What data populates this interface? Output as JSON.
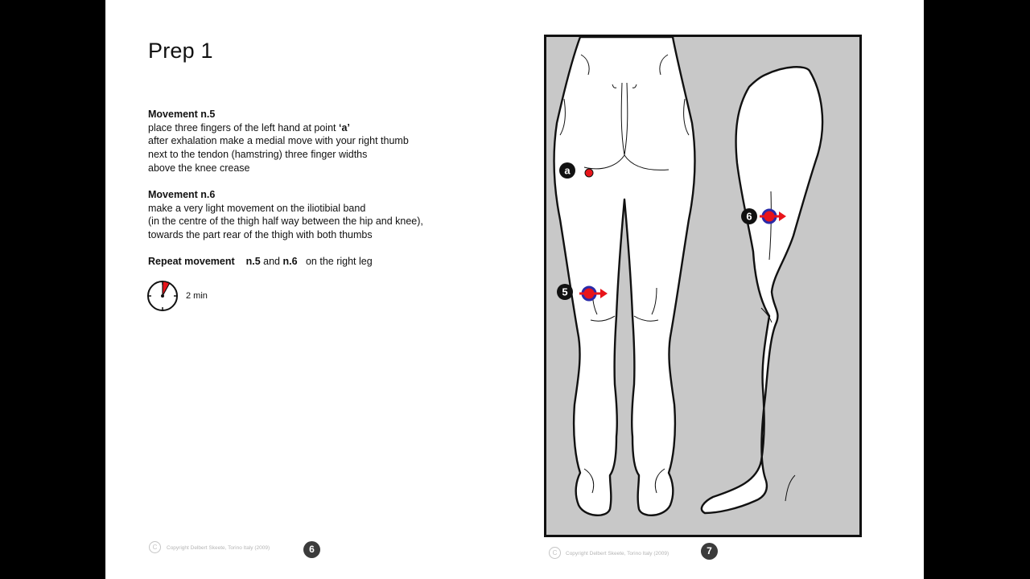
{
  "title": "Prep  1",
  "movement5": {
    "heading": "Movement  n.5",
    "line1_prefix": "place three fingers of the left hand at point ",
    "line1_point": "‘a’",
    "line2": "after exhalation make a medial move with your right thumb",
    "line3": "next to the tendon (hamstring) three finger widths",
    "line4": "above the knee crease"
  },
  "movement6": {
    "heading": "Movement  n.6",
    "line1": "make a very light movement on the iliotibial band",
    "line2": "(in the centre of the thigh half way between the hip and knee),",
    "line3": "towards the part rear of the thigh with both thumbs"
  },
  "repeat": {
    "prefix": "Repeat movement",
    "n5": "n.5",
    "and": "and",
    "n6": "n.6",
    "suffix": "on the right leg"
  },
  "timer": {
    "label": "2 min",
    "elapsed_fraction": 0.08
  },
  "figure": {
    "markers": [
      "a",
      "5",
      "6"
    ],
    "colors": {
      "panel": "#c8c8c8",
      "point": "#e8141a",
      "ring": "#2a2aa8",
      "arrow": "#e8141a"
    }
  },
  "footer": {
    "copyright_symbol": "C",
    "copyright_text": "Copyright Delbert Skeete, Torino Italy (2009)",
    "left_page": "6",
    "right_page": "7"
  }
}
